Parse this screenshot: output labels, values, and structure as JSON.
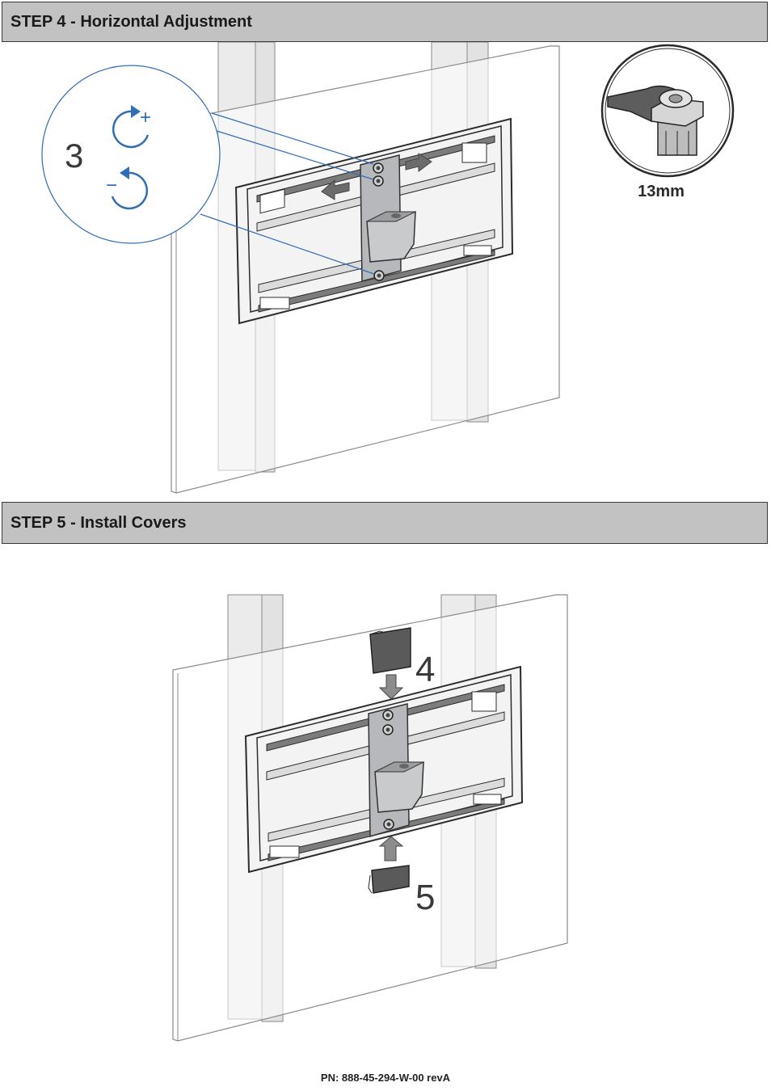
{
  "step4": {
    "title": "STEP 4 - Horizontal Adjustment",
    "callout_number": "3",
    "tighten_sign": "+",
    "loosen_sign": "−",
    "tool_label": "13mm"
  },
  "step5": {
    "title": "STEP 5 -  Install Covers",
    "top_cover_number": "4",
    "bottom_cover_number": "5"
  },
  "footer": {
    "part_number": "PN: 888-45-294-W-00 revA"
  },
  "colors": {
    "header_bg": "#c2c2c2",
    "callout_blue": "#2f6db4",
    "bracket_gray": "#b7b8bb",
    "arrow_gray": "#6b6b6b"
  }
}
